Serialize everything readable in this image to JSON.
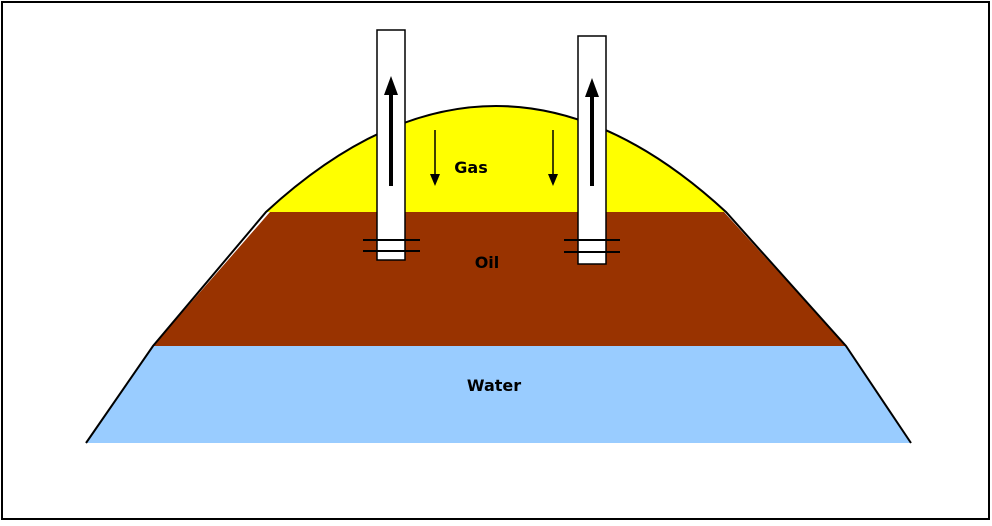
{
  "layers": {
    "gas": {
      "label": "Gas",
      "color": "#ffff00"
    },
    "oil": {
      "label": "Oil",
      "color": "#993300"
    },
    "water": {
      "label": "Water",
      "color": "#99ccff"
    }
  },
  "wells": [
    {
      "flow": "up"
    },
    {
      "flow": "up"
    }
  ],
  "gas_drive_arrows": [
    {
      "direction": "down"
    },
    {
      "direction": "down"
    }
  ]
}
